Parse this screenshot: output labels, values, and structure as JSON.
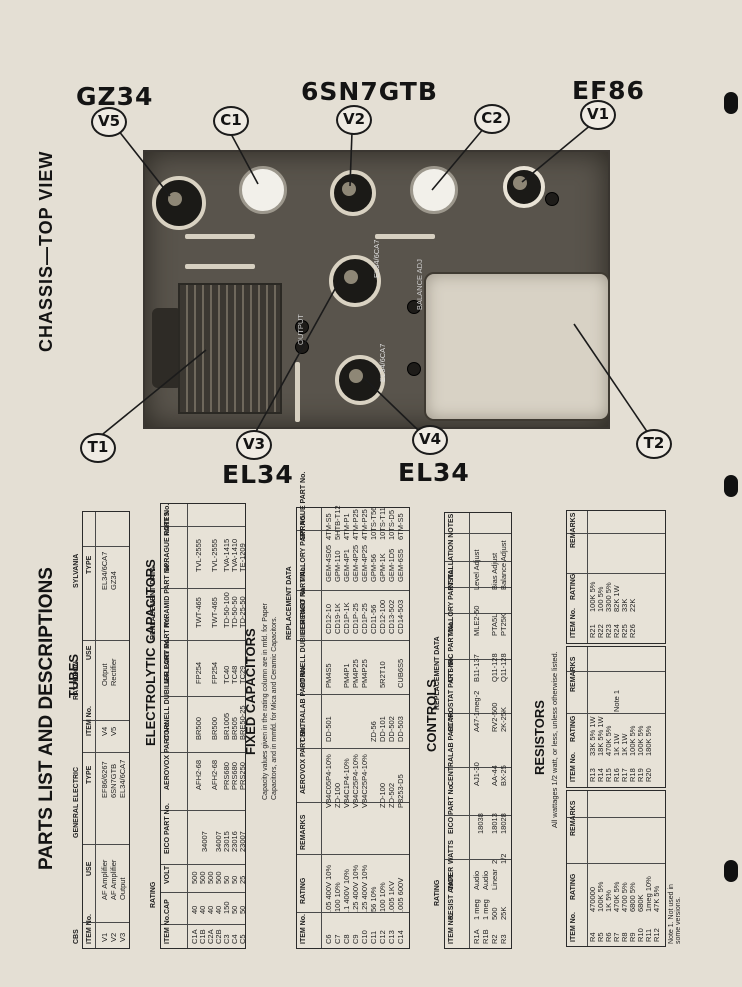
{
  "diagram": {
    "title": "CHASSIS—TOP VIEW",
    "tube_labels": {
      "v5": "GZ34",
      "v2": "6SN7GTB",
      "v1": "EF86",
      "v3": "EL34",
      "v4": "EL34"
    },
    "callouts": {
      "v5": "V5",
      "c1": "C1",
      "v2": "V2",
      "c2": "C2",
      "v1": "V1",
      "t1": "T1",
      "v3": "V3",
      "v4": "V4",
      "t2": "T2"
    },
    "photo_marks": {
      "socket_mid": "EL34/6CA7",
      "socket_low": "EL34/6CA7",
      "left_plate": "OUTPUT",
      "right_plate": "BALANCE ADJ"
    }
  },
  "parts": {
    "title": "PARTS LIST AND DESCRIPTIONS",
    "tubes": {
      "title": "TUBES",
      "brands": [
        "CBS",
        "GENERAL ELECTRIC",
        "RAYTHEON",
        "SYLVANIA"
      ],
      "headers": [
        "ITEM No.",
        "USE",
        "TYPE",
        "ITEM No.",
        "USE",
        "TYPE"
      ],
      "rows": [
        [
          "V1",
          "AF Amplifier",
          "EF86/6267",
          "V4",
          "Output",
          "EL34/6CA7"
        ],
        [
          "V2",
          "AF Amplifier",
          "6SN7GTB",
          "V5",
          "Rectifier",
          "GZ34"
        ],
        [
          "V3",
          "Output",
          "EL34/6CA7",
          "",
          "",
          ""
        ]
      ]
    },
    "electrolytic": {
      "title": "ELECTROLYTIC CAPACITORS",
      "group_rating": "RATING",
      "group_replacement": "REPLACEMENT DATA",
      "headers": [
        "ITEM No.",
        "CAP",
        "VOLT",
        "EICO PART No.",
        "AEROVOX PART No.",
        "CORNELL DUBILIER PART No.",
        "MALLORY PART No.",
        "PYRAMID PART No.",
        "SPRAGUE PART No.",
        "NOTES"
      ],
      "rows": [
        [
          "C1A",
          "40",
          "500",
          "",
          "AFH2-68",
          "BR500",
          "FP254",
          "TWT-465",
          "TVL-2555",
          ""
        ],
        [
          "C1B",
          "40",
          "500",
          "34007",
          "",
          "",
          "",
          "",
          "",
          ""
        ],
        [
          "C2A",
          "40",
          "500",
          "",
          "AFH2-68",
          "BR500",
          "FP254",
          "TWT-465",
          "TVL-2555",
          ""
        ],
        [
          "C2B",
          "40",
          "500",
          "34007",
          "",
          "",
          "",
          "",
          "",
          ""
        ],
        [
          "C3",
          "150",
          "50",
          "23015",
          "PRS680",
          "BR1005",
          "TC40",
          "TD-50-100",
          "TVA-1415",
          ""
        ],
        [
          "C4",
          "50",
          "50",
          "23016",
          "PRS680",
          "BR505",
          "TC48",
          "TD-50-50",
          "TVA-1410",
          ""
        ],
        [
          "C5",
          "50",
          "25",
          "23007",
          "PRS250",
          "BRE50-25",
          "TC29",
          "TD-25-50",
          "TE-1209",
          ""
        ]
      ]
    },
    "fixed": {
      "title": "FIXED CAPACITORS",
      "note_line1": "Capacity values given in the rating column are in mfd. for Paper",
      "note_line2": "Capacitors, and in mmfd. for Mica and Ceramic Capacitors.",
      "group_replacement": "REPLACEMENT DATA",
      "headers": [
        "ITEM No.",
        "RATING",
        "REMARKS",
        "AEROVOX PART No.",
        "CENTRALAB PART No.",
        "CORNELL DUBILIER PART No.",
        "ELMENCO PART No.",
        "MALLORY PART No.",
        "SPRAGUE PART No."
      ],
      "rows": [
        [
          "C6",
          ".05 400V 10%",
          "",
          "V84C05P4-10%",
          "DD-501",
          "PM4S5",
          "CD12-10",
          "GEM-4S05",
          "4TM-S5"
        ],
        [
          "C7",
          "100 10%",
          "",
          "ZD-100",
          "",
          "",
          "CD19-1K",
          "GPM-110",
          "5HTB-T12"
        ],
        [
          "C8",
          ".1 400V 10%",
          "",
          "V84C1P4-10%",
          "",
          "PM4P1",
          "CD1P-1K",
          "GEM-4P1",
          "4TM-P1"
        ],
        [
          "C9",
          ".25 400V 10%",
          "",
          "V84C25P4-10%",
          "",
          "PM4P25",
          "CD1P-25",
          "GEM-4P25",
          "4TM-P25"
        ],
        [
          "C10",
          ".25 400V 10%",
          "",
          "V84C25P4-10%",
          "",
          "PM4P25",
          "CD1P-25",
          "GEM-4P25",
          "4TM-P25"
        ],
        [
          "C11",
          "56 10%",
          "",
          "",
          "ZD-56",
          "",
          "CD11-56",
          "GPM-56",
          "10TS-T56"
        ],
        [
          "C12",
          "100 10%",
          "",
          "ZD-100",
          "DD-101",
          "5R2T10",
          "CD12-100",
          "GPM-1K",
          "10TS-T11"
        ],
        [
          "C13",
          ".005 1KV",
          "",
          "ZD-502",
          "DD-502",
          "",
          "CD13-502",
          "GEM-1D5",
          "10TS-D5"
        ],
        [
          "C14",
          ".005 600V",
          "",
          "P8253-D5",
          "DD-503",
          "CUB6S5",
          "CD14-503",
          "GEM-6S5",
          "6TM-S5"
        ]
      ]
    },
    "controls": {
      "title": "CONTROLS",
      "group_rating": "RATING",
      "group_replacement": "REPLACEMENT DATA",
      "headers": [
        "ITEM No.",
        "RESIST ANCE",
        "TAPER",
        "WATTS",
        "EICO PART No.",
        "CENTRALAB PART No.",
        "CLAROSTAT PART No.",
        "CTS-IRC PART No.",
        "MALLORY PART No.",
        "INSTALLATION NOTES"
      ],
      "rows": [
        [
          "R1A",
          "1 meg",
          "Audio",
          "",
          "18038",
          "AJ1-30",
          "A47-1meg-2",
          "B11-137",
          "MLE2-50",
          "Level Adjust"
        ],
        [
          "R1B",
          "1 meg",
          "Audio",
          "",
          "",
          "",
          "",
          "",
          "",
          ""
        ],
        [
          "R2",
          "500",
          "Linear",
          "2",
          "18013",
          "AA-44",
          "RV2-500",
          "Q11-128",
          "PTA5L",
          "Bias Adjust"
        ],
        [
          "R3",
          "25K",
          "",
          "1/2",
          "18028",
          "BX-25",
          "2K-25K",
          "Q11-128",
          "PT25K",
          "Balance Adjust"
        ]
      ]
    },
    "resistors": {
      "title": "RESISTORS",
      "subtitle": "All wattages 1/2 watt, or less, unless otherwise listed.",
      "headers": [
        "ITEM No.",
        "RATING",
        "REMARKS"
      ],
      "columns": [
        [
          [
            "R4",
            "470000"
          ],
          [
            "R5",
            "100K 5%"
          ],
          [
            "R6",
            "1K 5%"
          ],
          [
            "R7",
            "470K 5%"
          ],
          [
            "R8",
            "4700 5%"
          ],
          [
            "R9",
            "6800 5%"
          ],
          [
            "R10",
            "680K"
          ],
          [
            "R11",
            "1meg 10%"
          ],
          [
            "R12",
            "47K 5%"
          ]
        ],
        [
          [
            "R13",
            "33K 5% 1W"
          ],
          [
            "R14",
            "18K 5% 1W"
          ],
          [
            "R15",
            "470K 5%"
          ],
          [
            "R16",
            "1K 1W"
          ],
          [
            "R17",
            "1K 1W"
          ],
          [
            "R18",
            "100K 5%"
          ],
          [
            "R19",
            "100K 5%"
          ],
          [
            "R20",
            "180K 5%"
          ]
        ],
        [
          [
            "R21",
            "100K 5%"
          ],
          [
            "R22",
            "100 5%"
          ],
          [
            "R23",
            "3300 5%"
          ],
          [
            "R24",
            "82K 1W"
          ],
          [
            "R25",
            "33K"
          ],
          [
            "R26",
            "22K"
          ]
        ]
      ],
      "remark_note": "Note 1",
      "footnote": "Note 1. Not used in some versions."
    }
  }
}
